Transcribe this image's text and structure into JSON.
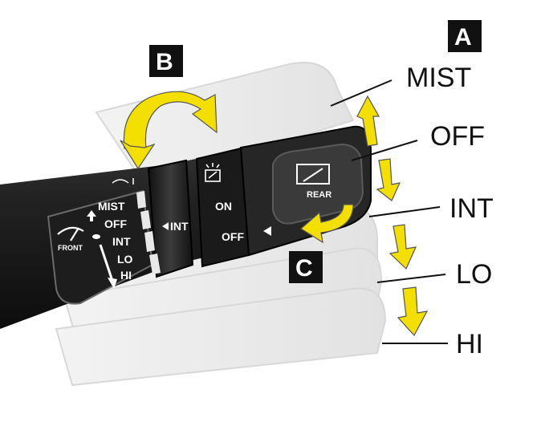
{
  "callouts": {
    "a": "A",
    "b": "B",
    "c": "C"
  },
  "positions": {
    "mist": "MIST",
    "off": "OFF",
    "int": "INT",
    "lo": "LO",
    "hi": "HI"
  },
  "lever": {
    "front": "FRONT",
    "mist": "MIST",
    "off": "OFF",
    "int": "INT",
    "lo": "LO",
    "hi": "HI",
    "ring_int": "INT",
    "on": "ON",
    "ring_off": "OFF",
    "rear": "REAR"
  },
  "colors": {
    "arrow": "#f4e000",
    "lever": "#1e1e1e",
    "ghost": "#e6e6e6"
  }
}
